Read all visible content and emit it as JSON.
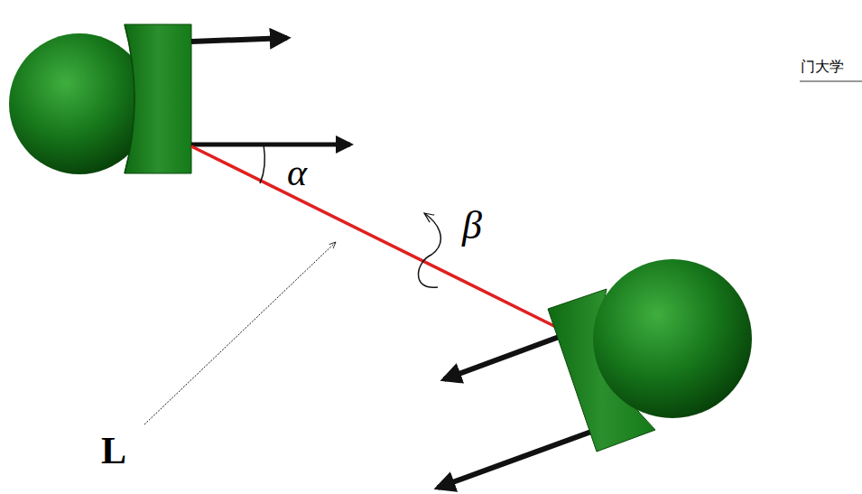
{
  "diagram": {
    "labels": [
      "α",
      "β",
      "L",
      "门大学"
    ]
  }
}
